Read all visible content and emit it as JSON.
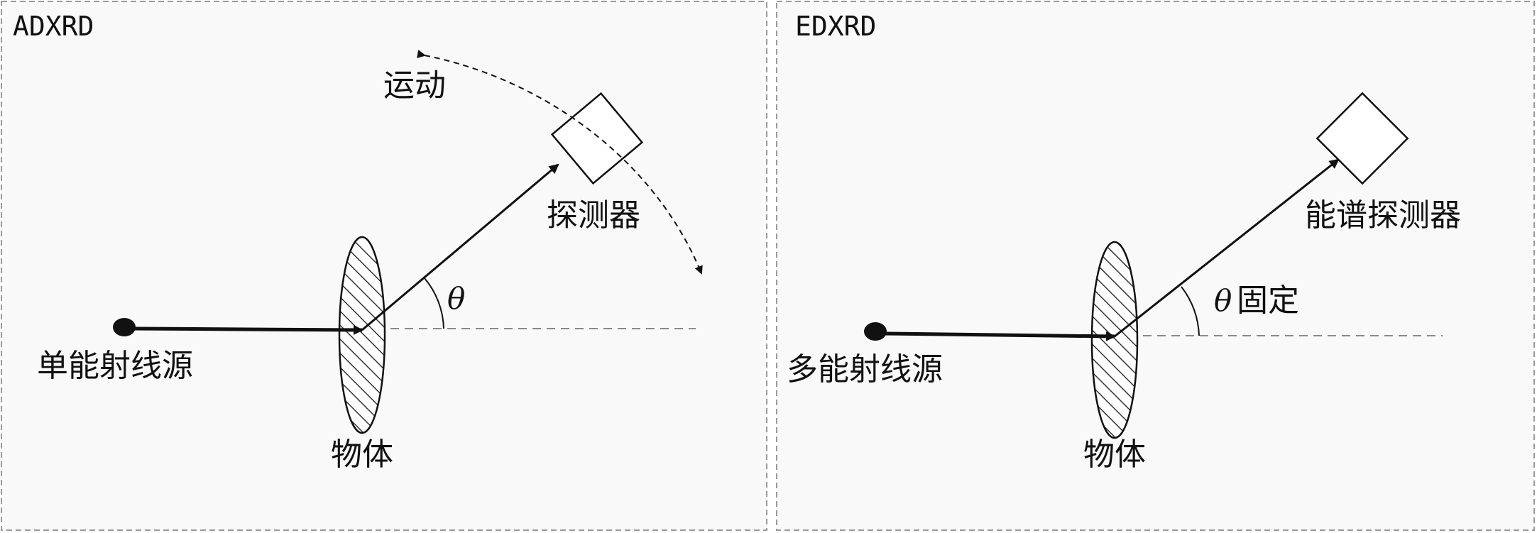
{
  "panels": [
    {
      "tag": "ADXRD",
      "source_label": "单能射线源",
      "object_label": "物体",
      "detector_label": "探测器",
      "motion_label": "运动",
      "angle_symbol": "θ",
      "angle_note": ""
    },
    {
      "tag": "EDXRD",
      "source_label": "多能射线源",
      "object_label": "物体",
      "detector_label": "能谱探测器",
      "angle_symbol": "θ",
      "angle_note": "固定"
    }
  ],
  "colors": {
    "border": "#9a9a9a",
    "panel_bg": "#f9f9f9",
    "stroke": "#111111",
    "dashed": "#8a8a8a"
  }
}
